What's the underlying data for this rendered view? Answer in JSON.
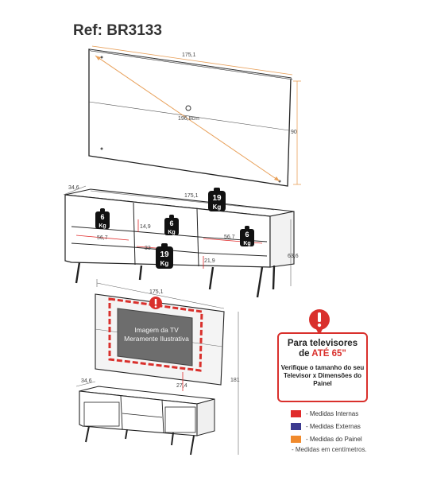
{
  "ref": "Ref: BR3133",
  "panel": {
    "width": "175,1",
    "height": "90",
    "diagonal": "196,8cm"
  },
  "rack": {
    "depth": "34,6",
    "width": "175,1",
    "height": "63,6",
    "niche_left": "56,7",
    "niche_right": "56,7",
    "niche_h1": "14,9",
    "niche_w2": "33",
    "niche_h2": "21,9"
  },
  "loads": [
    {
      "value": "19",
      "unit": "Kg"
    },
    {
      "value": "6",
      "unit": "Kg"
    },
    {
      "value": "6",
      "unit": "Kg"
    },
    {
      "value": "6",
      "unit": "Kg"
    },
    {
      "value": "19",
      "unit": "Kg"
    }
  ],
  "assembly": {
    "width": "175,1",
    "height": "181",
    "depth": "34,6",
    "gap": "27,4",
    "tv_text": "Imagem da TV Meramente Ilustrativa"
  },
  "warning": {
    "title_a": "Para televisores",
    "title_b": "de ",
    "title_highlight": "ATÉ 65\"",
    "body": "Verifique o tamanho do seu Televisor x Dimensões do Painel"
  },
  "legend": [
    {
      "label": "- Medidas Internas",
      "color": "#e02a2a"
    },
    {
      "label": "- Medidas Externas",
      "color": "#3c3a8f"
    },
    {
      "label": "- Medidas do Painel",
      "color": "#f08a2c"
    }
  ],
  "note": "- Medidas em centímetros."
}
